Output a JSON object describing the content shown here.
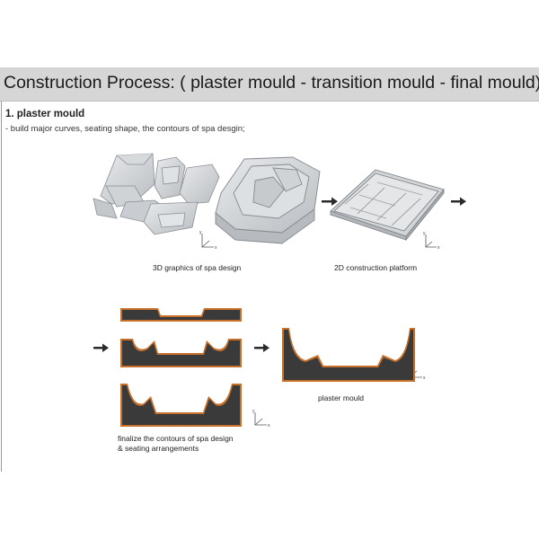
{
  "page": {
    "title": "Construction Process: ( plaster mould - transition mould - final mould)"
  },
  "section": {
    "heading": "1. plaster mould",
    "description": "- build major curves, seating shape, the contours of spa desgin;"
  },
  "captions": {
    "graphics_3d": "3D graphics of spa design",
    "platform_2d": "2D construction platform",
    "plaster_mould": "plaster mould",
    "finalize_line1": "finalize the contours of spa design",
    "finalize_line2": "& seating arrangements"
  },
  "axis": {
    "y": "y",
    "x": "x"
  },
  "colors": {
    "header_bg": "#d6d6d6",
    "mould_fill": "#3a3a3a",
    "mould_edge": "#c8702a",
    "arrow": "#2b2b2b"
  }
}
